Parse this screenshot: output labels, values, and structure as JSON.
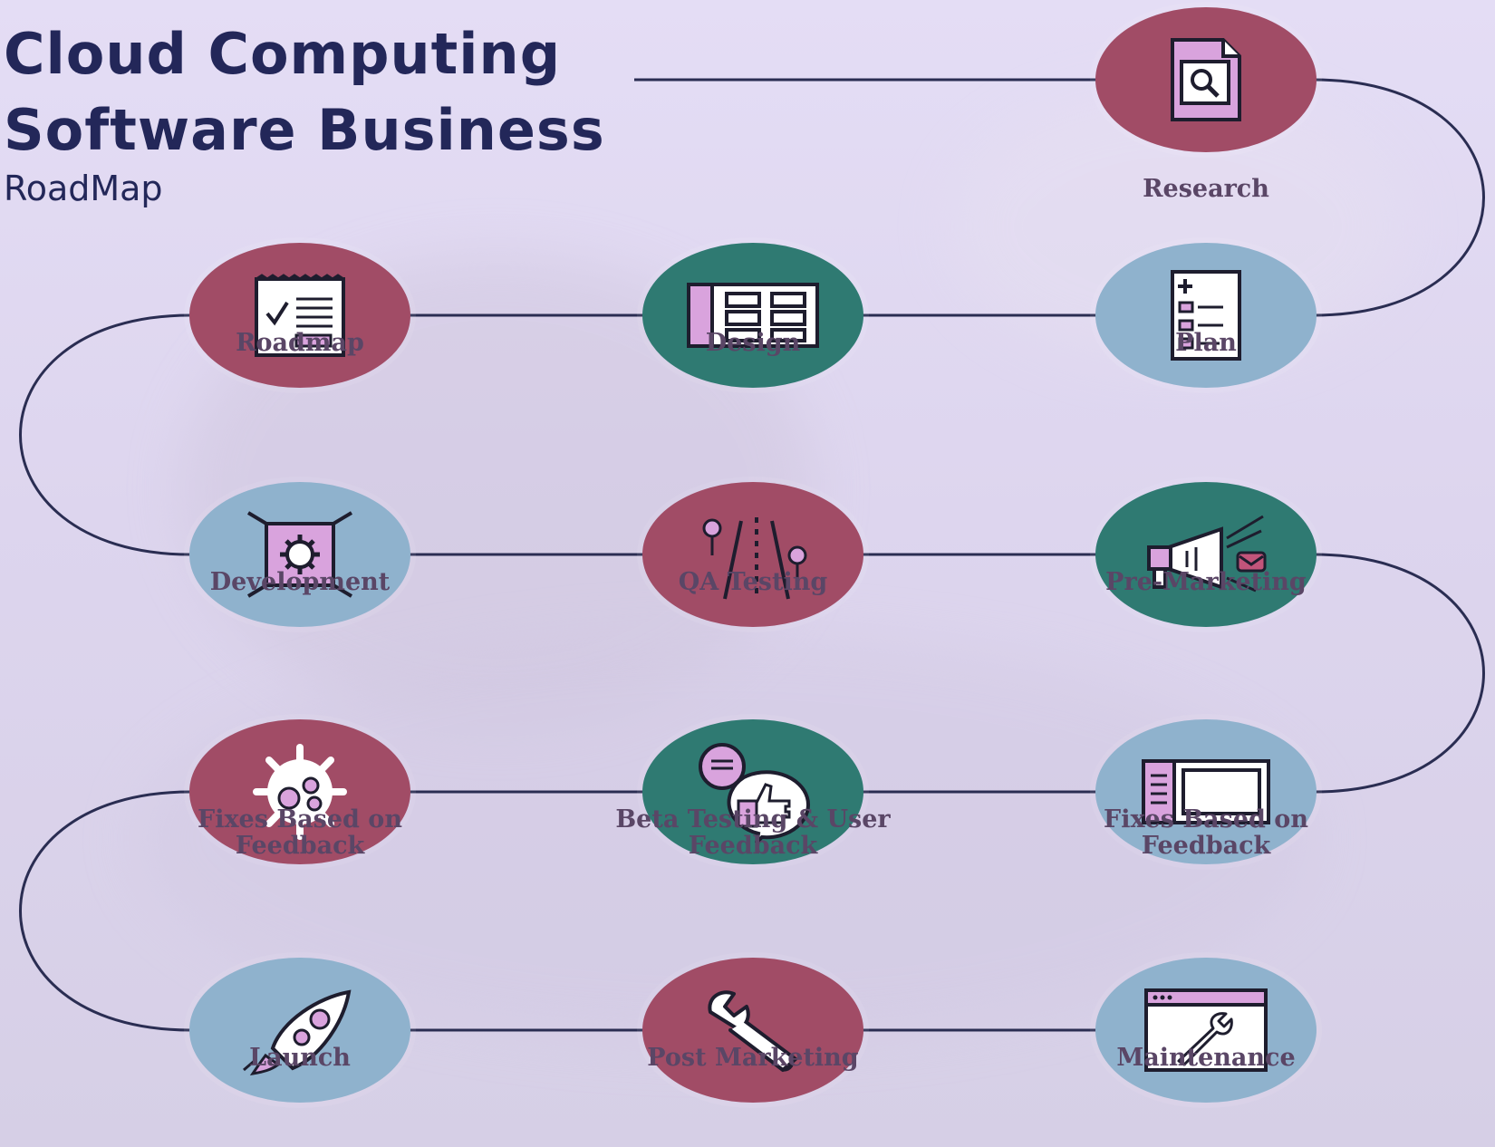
{
  "title": {
    "line1": "Cloud Computing",
    "line2": "Software Business",
    "subtitle": "RoadMap"
  },
  "colors": {
    "red": "#a14c66",
    "teal": "#2f7a72",
    "blue": "#8fb2cd",
    "line": "#2a2d52",
    "title": "#232759",
    "label": "#5a4666"
  },
  "steps": [
    {
      "label": "Research",
      "icon": "document-search-icon",
      "color": "red"
    },
    {
      "label": "Plan",
      "icon": "checklist-icon",
      "color": "blue"
    },
    {
      "label": "Design",
      "icon": "layout-grid-icon",
      "color": "teal"
    },
    {
      "label": "Roadmap",
      "icon": "notepad-check-icon",
      "color": "red"
    },
    {
      "label": "Development",
      "icon": "gear-frame-icon",
      "color": "blue"
    },
    {
      "label": "QA Testing",
      "icon": "road-pins-icon",
      "color": "red"
    },
    {
      "label": "Pre-Marketing",
      "icon": "megaphone-icon",
      "color": "teal"
    },
    {
      "label": "Fixes Based on\nFeedback",
      "icon": "browser-window-icon",
      "color": "blue"
    },
    {
      "label": "Beta Testing & User\nFeedback",
      "icon": "thumbs-up-chat-icon",
      "color": "teal"
    },
    {
      "label": "Fixes Based on\nFeedback",
      "icon": "bug-virus-icon",
      "color": "red"
    },
    {
      "label": "Launch",
      "icon": "rocket-icon",
      "color": "blue"
    },
    {
      "label": "Post Marketing",
      "icon": "wrench-icon",
      "color": "red"
    },
    {
      "label": "Maintenance",
      "icon": "browser-wrench-icon",
      "color": "blue"
    }
  ]
}
